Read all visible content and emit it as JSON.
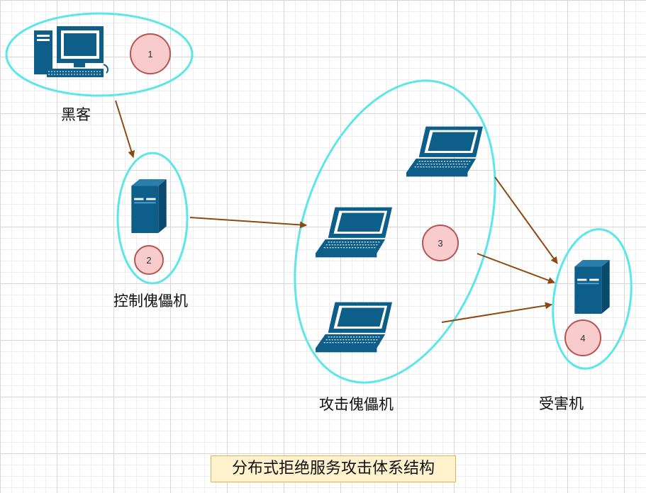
{
  "nodes": {
    "hacker": {
      "label": "黑客",
      "number": "1"
    },
    "controller": {
      "label": "控制傀儡机",
      "number": "2"
    },
    "attackers": {
      "label": "攻击傀儡机",
      "number": "3"
    },
    "victim": {
      "label": "受害机",
      "number": "4"
    }
  },
  "caption": "分布式拒绝服务攻击体系结构",
  "colors": {
    "ellipse_stroke": "#5ce6ea",
    "arrow": "#8b4a12",
    "device": "#0d5f8a",
    "badge_fill": "#f8cccc",
    "badge_stroke": "#b85450",
    "caption_fill": "#fff2cc",
    "caption_stroke": "#d6b656"
  }
}
